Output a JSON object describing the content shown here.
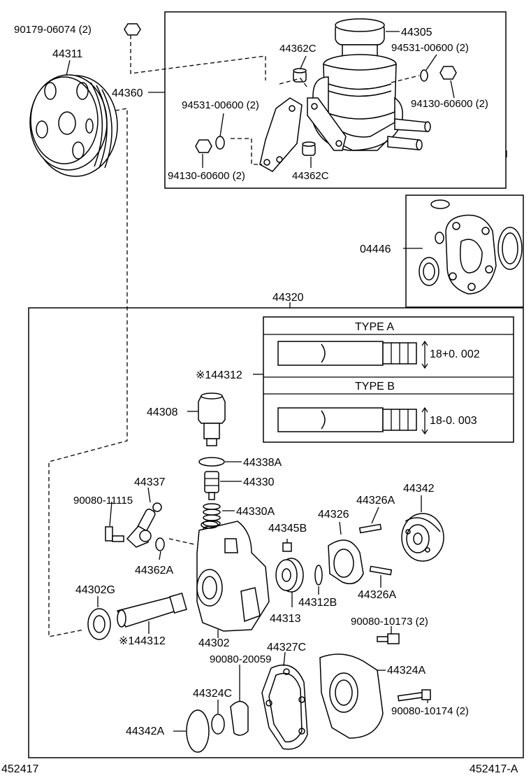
{
  "labels": {
    "p90179": "90179-06074 (2)",
    "p44311": "44311",
    "p44360": "44360",
    "p44305": "44305",
    "p44362c_top": "44362C",
    "p94531_right": "94531-00600 (2)",
    "p94130_right": "94130-60600 (2)",
    "p94531_left": "94531-00600 (2)",
    "p94130_left": "94130-60600 (2)",
    "p44362c_bot": "44362C",
    "p04446": "04446",
    "p44320": "44320",
    "type_a": "TYPE  A",
    "type_a_dim": "18+0. 002",
    "type_b": "TYPE  B",
    "type_b_dim": "18-0. 003",
    "p144312_top": "※144312",
    "p44308": "44308",
    "p44338a": "44338A",
    "p44337": "44337",
    "p44330": "44330",
    "p90080_11115": "90080-11115",
    "p44330a": "44330A",
    "p44345b": "44345B",
    "p44326": "44326",
    "p44326a_top": "44326A",
    "p44342": "44342",
    "p44362a": "44362A",
    "p44302g": "44302G",
    "p44312b": "44312B",
    "p44313": "44313",
    "p44326a_bot": "44326A",
    "p44302": "44302",
    "p144312_bot": "※144312",
    "p90080_10173": "90080-10173 (2)",
    "p90080_20059": "90080-20059",
    "p44327c": "44327C",
    "p44324a": "44324A",
    "p44324c": "44324C",
    "p90080_10174": "90080-10174 (2)",
    "p44342a": "44342A",
    "footer_left": "452417",
    "footer_right": "452417-A"
  }
}
